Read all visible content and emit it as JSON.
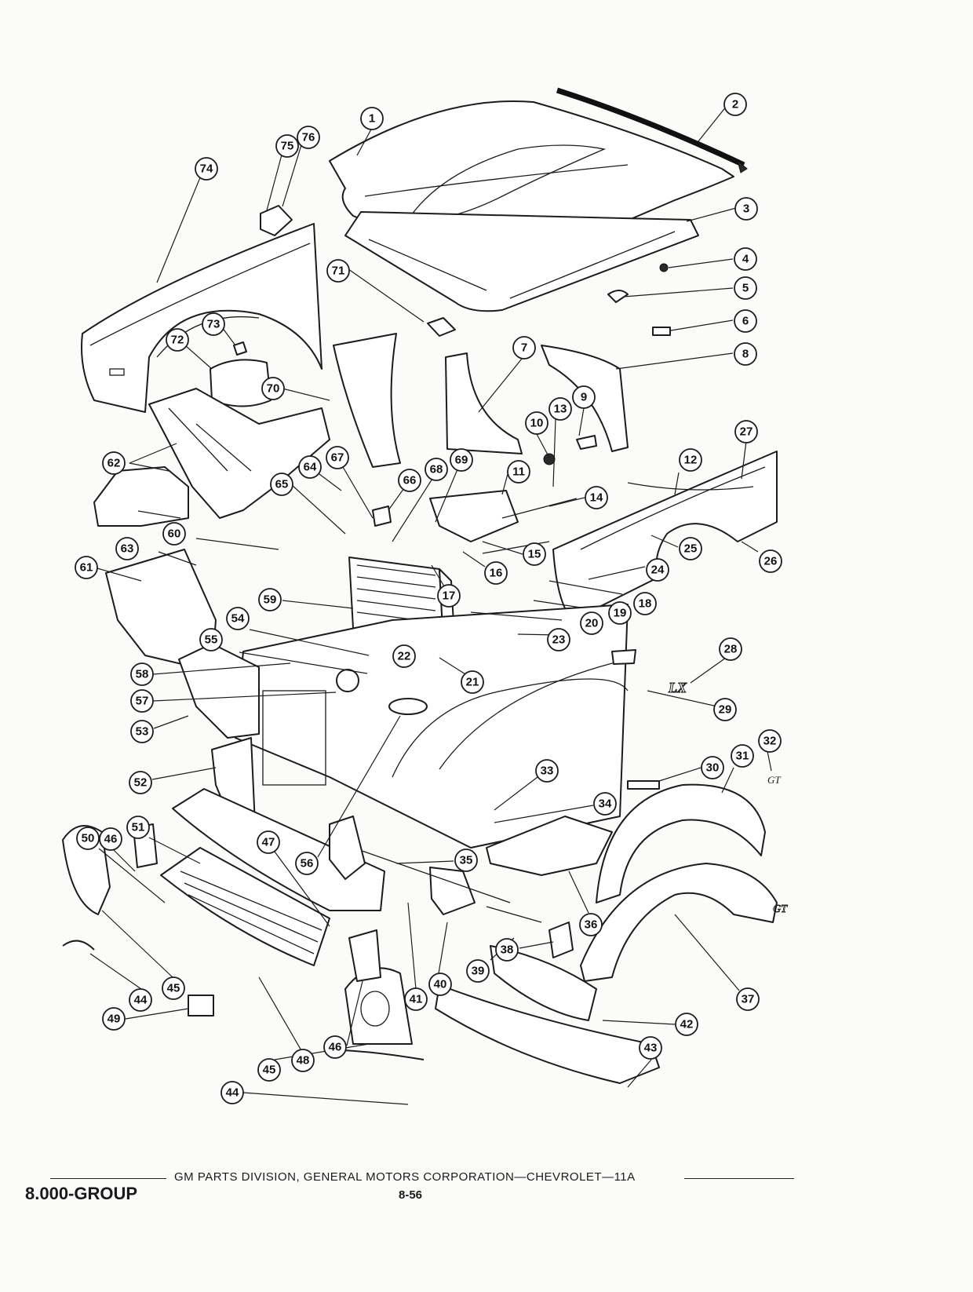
{
  "callouts": [
    "1",
    "2",
    "3",
    "4",
    "5",
    "6",
    "7",
    "8",
    "9",
    "10",
    "11",
    "12",
    "13",
    "14",
    "15",
    "16",
    "17",
    "18",
    "19",
    "20",
    "21",
    "22",
    "23",
    "24",
    "25",
    "26",
    "27",
    "28",
    "29",
    "30",
    "31",
    "32",
    "33",
    "34",
    "35",
    "36",
    "37",
    "38",
    "39",
    "40",
    "41",
    "42",
    "43",
    "44",
    "44",
    "45",
    "45",
    "46",
    "46",
    "47",
    "48",
    "49",
    "50",
    "51",
    "52",
    "53",
    "54",
    "55",
    "56",
    "57",
    "58",
    "59",
    "60",
    "61",
    "62",
    "63",
    "64",
    "65",
    "66",
    "67",
    "68",
    "69",
    "70",
    "71",
    "72",
    "73",
    "74",
    "75",
    "76"
  ],
  "parts": {
    "hood_badge": "GT",
    "fender_emblem": "GT",
    "nameplate": "LX"
  },
  "footer": {
    "publisher": "GM PARTS DIVISION,  GENERAL MOTORS CORPORATION—CHEVROLET—11A",
    "group": "8.000-GROUP",
    "page": "8-56"
  },
  "colors": {
    "paper": "#fbfbf9",
    "ink": "#1c1c1c"
  }
}
